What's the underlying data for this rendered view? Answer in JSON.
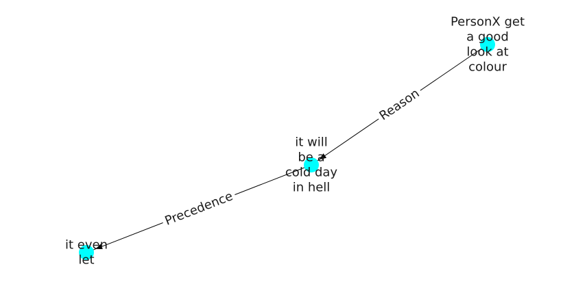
{
  "graph": {
    "nodes": [
      {
        "id": "n1",
        "lines": [
          "PersonX get",
          "a good",
          "look at",
          "colour"
        ]
      },
      {
        "id": "n2",
        "lines": [
          "it will",
          "be a",
          "cold day",
          "in hell"
        ]
      },
      {
        "id": "n3",
        "lines": [
          "it even",
          "let"
        ]
      }
    ],
    "edges": [
      {
        "from": "n1",
        "to": "n2",
        "label": "Reason"
      },
      {
        "from": "n2",
        "to": "n3",
        "label": "Precedence"
      }
    ],
    "colors": {
      "node_fill": "#00ffff",
      "edge_stroke": "#000000",
      "label_text": "#1a1a1a",
      "background": "#ffffff"
    }
  }
}
